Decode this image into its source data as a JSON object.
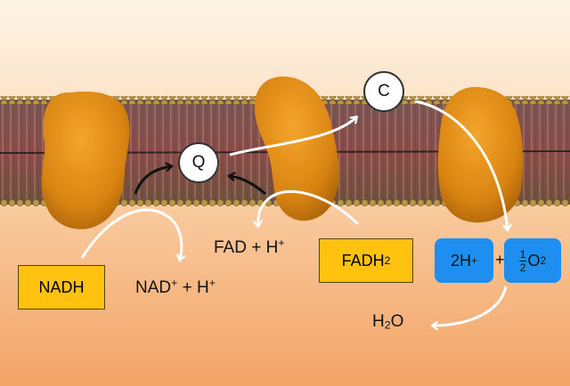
{
  "carriers": {
    "q": "Q",
    "c": "C"
  },
  "labels": {
    "nadh": "NADH",
    "nad_plus_h_nad": "NAD",
    "nad_plus_h_sign": "+",
    "nad_plus_h_plus": " + H",
    "nad_plus_h_sign2": "+",
    "fad_plus_h_main": "FAD + H",
    "fad_plus_h_sign": "+",
    "fadh2_main": "FADH",
    "fadh2_sub": "2",
    "two_h_main": "2H",
    "two_h_sign": "+",
    "plus": "+",
    "half_num": "1",
    "half_den": "2",
    "o2_main": "O",
    "o2_sub": "2",
    "water_h": "H",
    "water_sub": "2",
    "water_o": "O"
  },
  "colors": {
    "background_top": "#fef4e6",
    "background_bottom": "#f3a467",
    "protein": "#e8961f",
    "membrane": "#8a4e4e",
    "nadh_box": "#ffc20e",
    "oxygen_box": "#1e8ff0"
  }
}
